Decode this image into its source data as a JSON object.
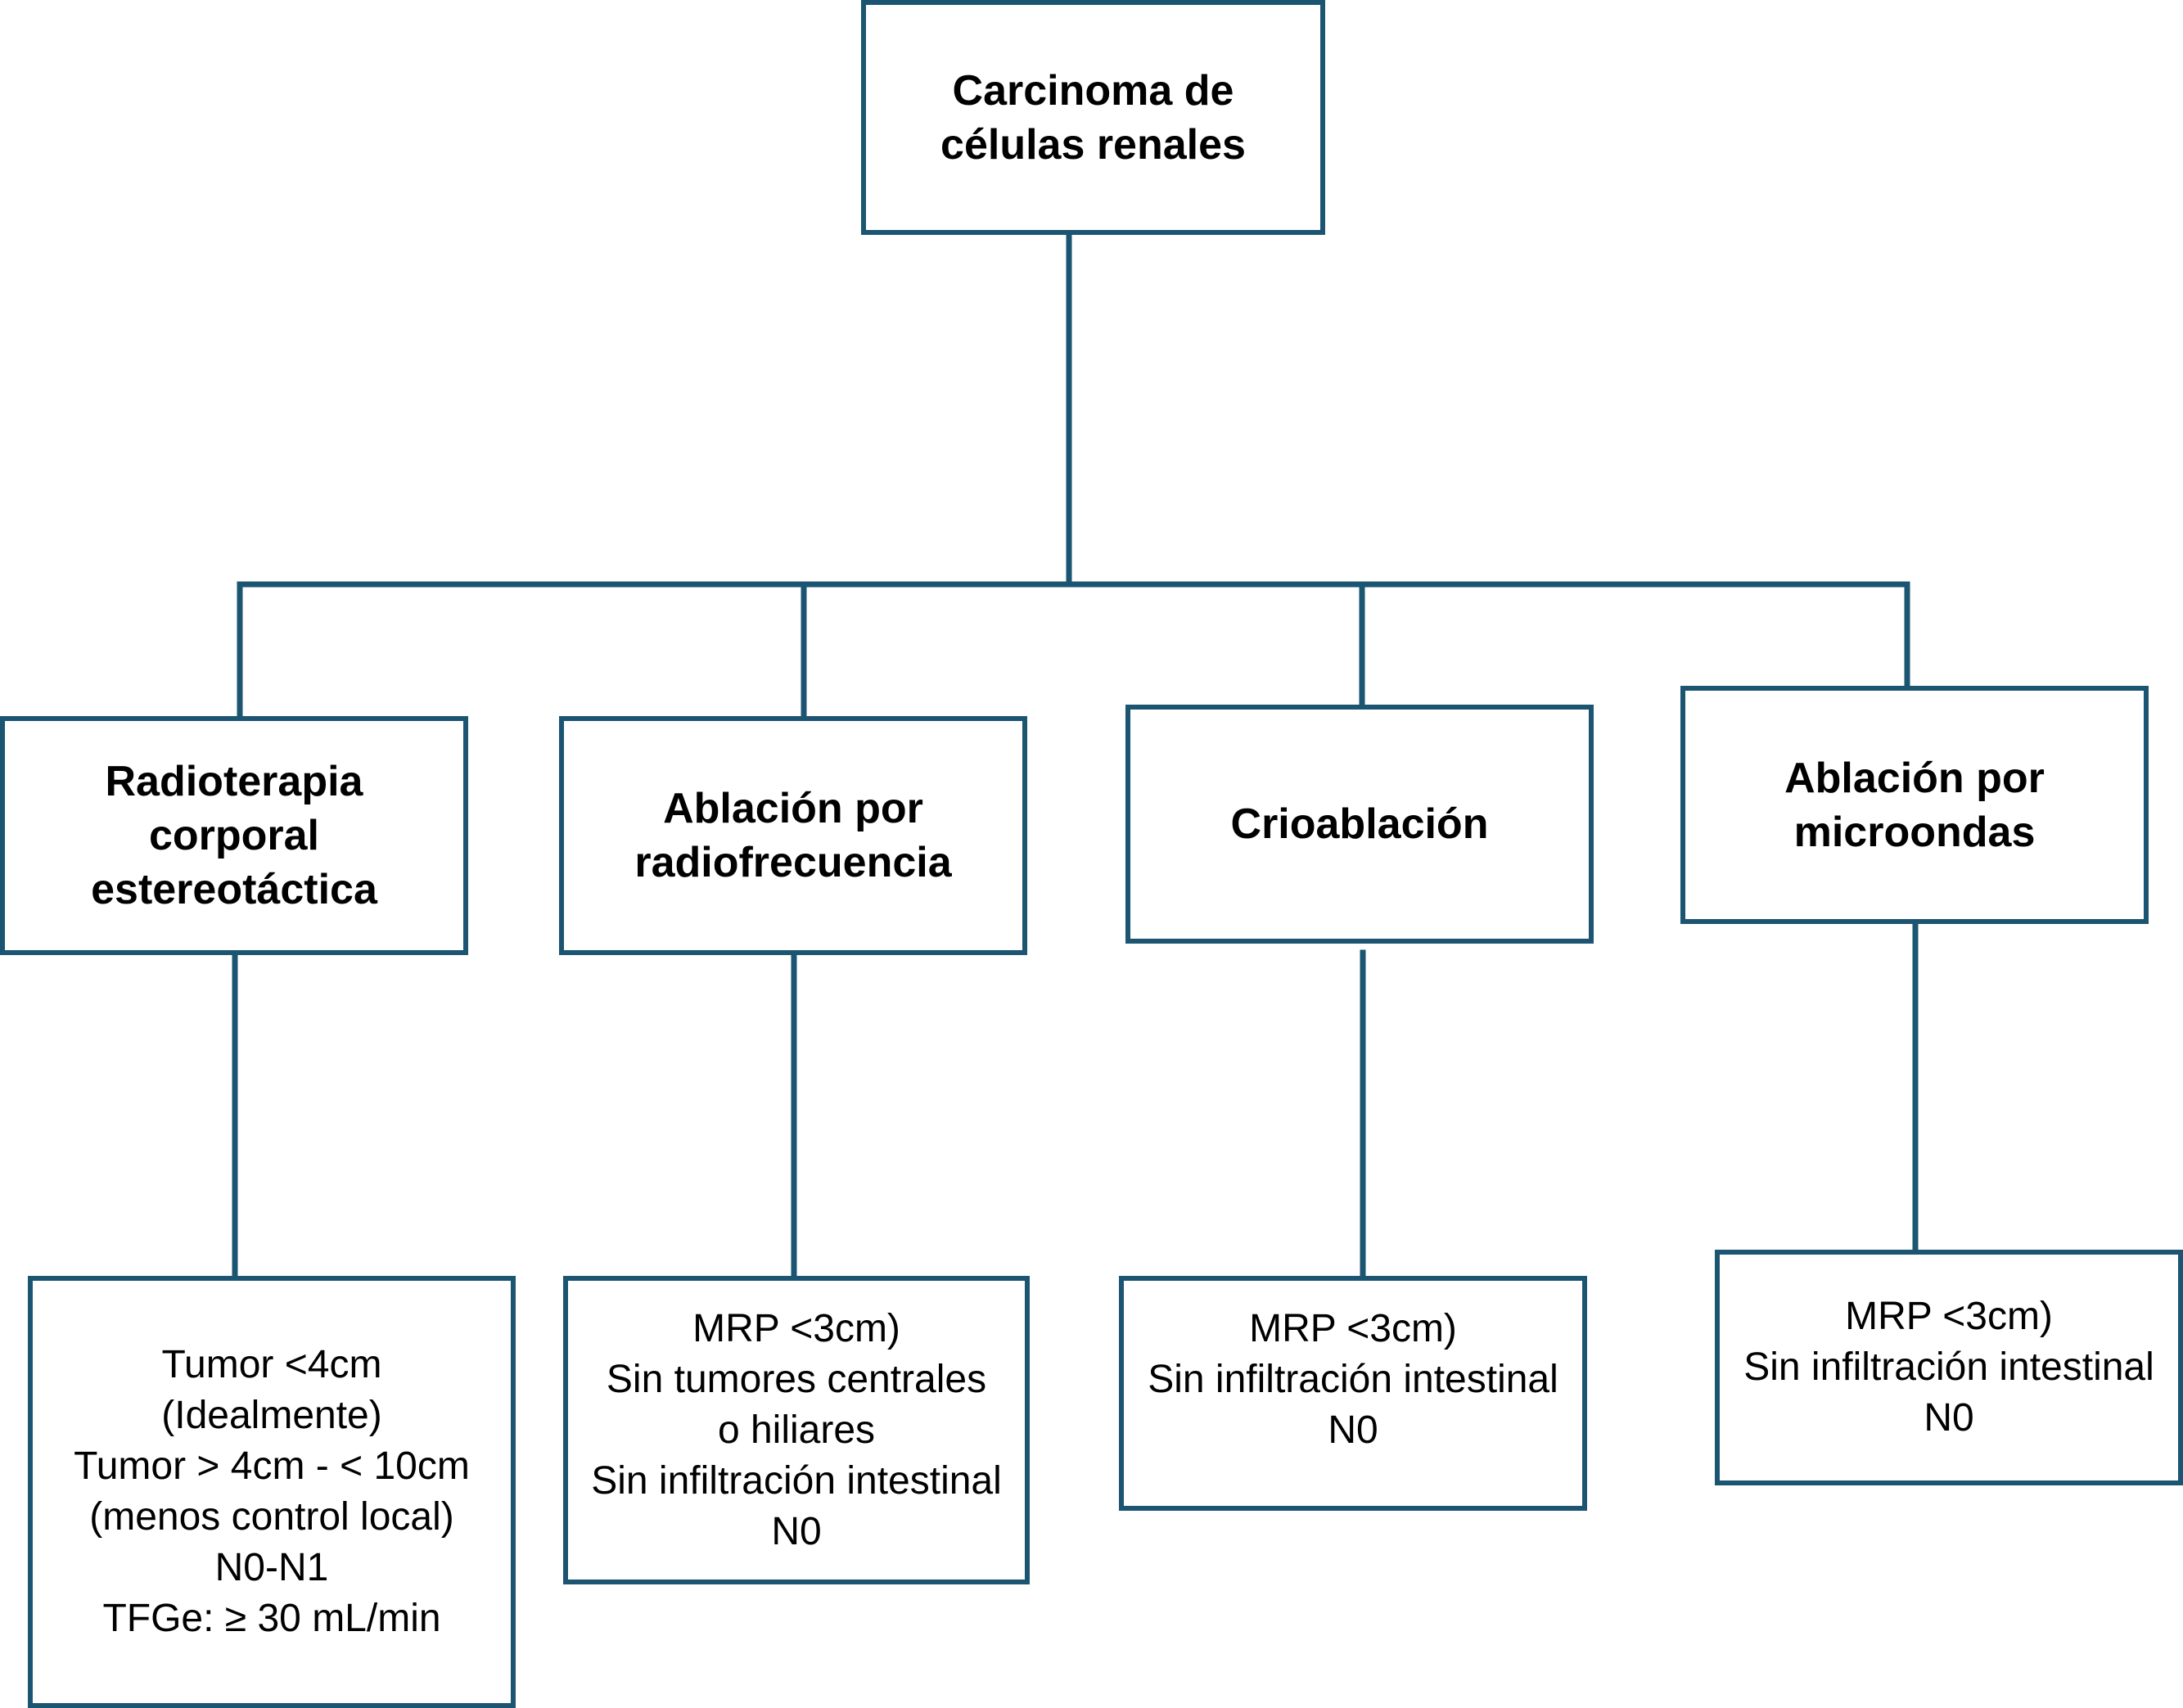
{
  "diagram": {
    "border_color": "#1b5572",
    "root": {
      "label": "Carcinoma de\ncélulas renales"
    },
    "treatments": [
      {
        "label": "Radioterapia\ncorporal\nestereotáctica",
        "criteria": [
          "Tumor <4cm",
          "(Idealmente)",
          "Tumor > 4cm - < 10cm",
          "(menos control local)",
          "N0-N1",
          "TFGe: ≥ 30 mL/min"
        ]
      },
      {
        "label": "Ablación por\nradiofrecuencia",
        "criteria": [
          "MRP <3cm)",
          "Sin tumores centrales",
          "o hiliares",
          "Sin infiltración intestinal",
          "N0"
        ]
      },
      {
        "label": "Crioablación",
        "criteria": [
          "MRP <3cm)",
          "Sin infiltración intestinal",
          "N0"
        ]
      },
      {
        "label": "Ablación por\nmicroondas",
        "criteria": [
          "MRP <3cm)",
          "Sin infiltración intestinal",
          "N0"
        ]
      }
    ]
  }
}
